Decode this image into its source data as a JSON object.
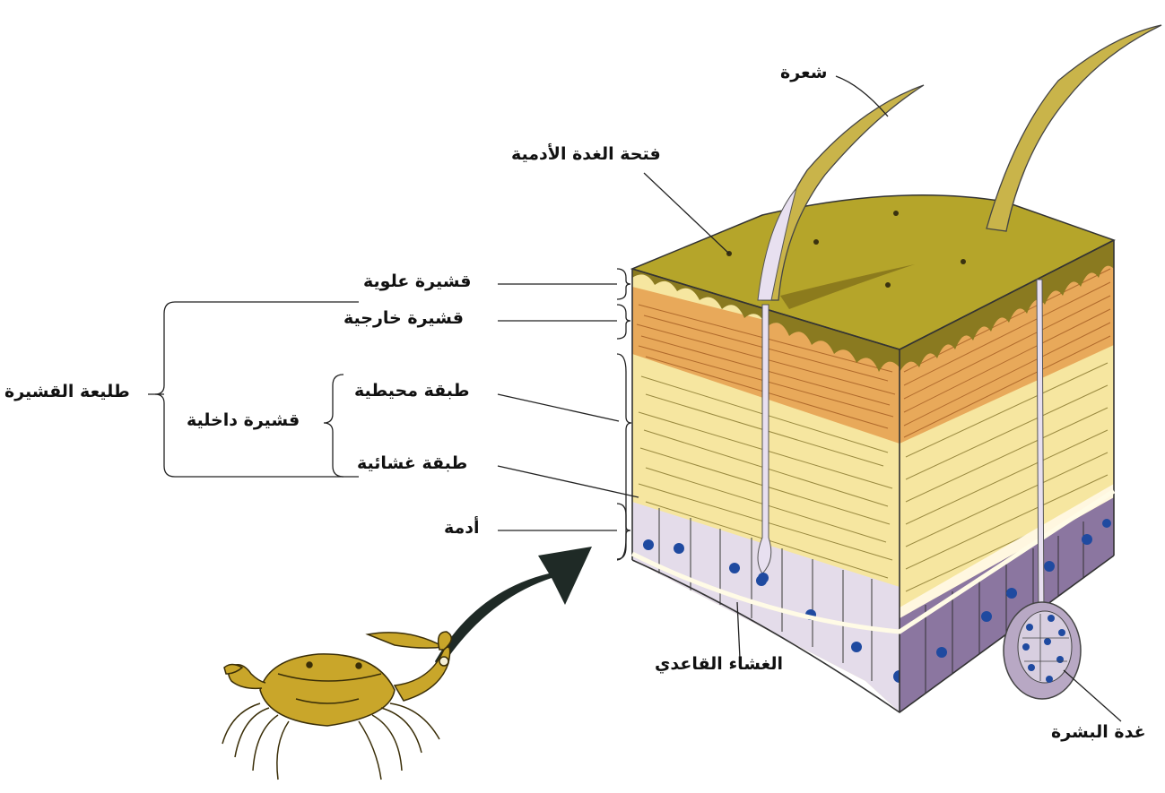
{
  "labels": {
    "hair": "شعرة",
    "gland_opening": "فتحة الغدة الأدمية",
    "epicuticle": "قشيرة علوية",
    "exocuticle": "قشيرة خارجية",
    "procuticle": "طليعة القشيرة",
    "endocuticle": "قشيرة داخلية",
    "peripheral_layer": "طبقة محيطية",
    "membranous_layer": "طبقة غشائية",
    "epidermis": "أدمة",
    "basement_membrane": "الغشاء القاعدي",
    "epidermal_gland": "غدة البشرة"
  },
  "colors": {
    "epicuticle": "#b5a52a",
    "exocuticle": "#e8a95a",
    "endocuticle": "#f6e6a0",
    "epidermis_cells": "#e4dcea",
    "epidermis_dark": "#8b76a0",
    "nuclei": "#1f4aa0",
    "crab": "#c9a62a",
    "arrow": "#1f2a26"
  }
}
